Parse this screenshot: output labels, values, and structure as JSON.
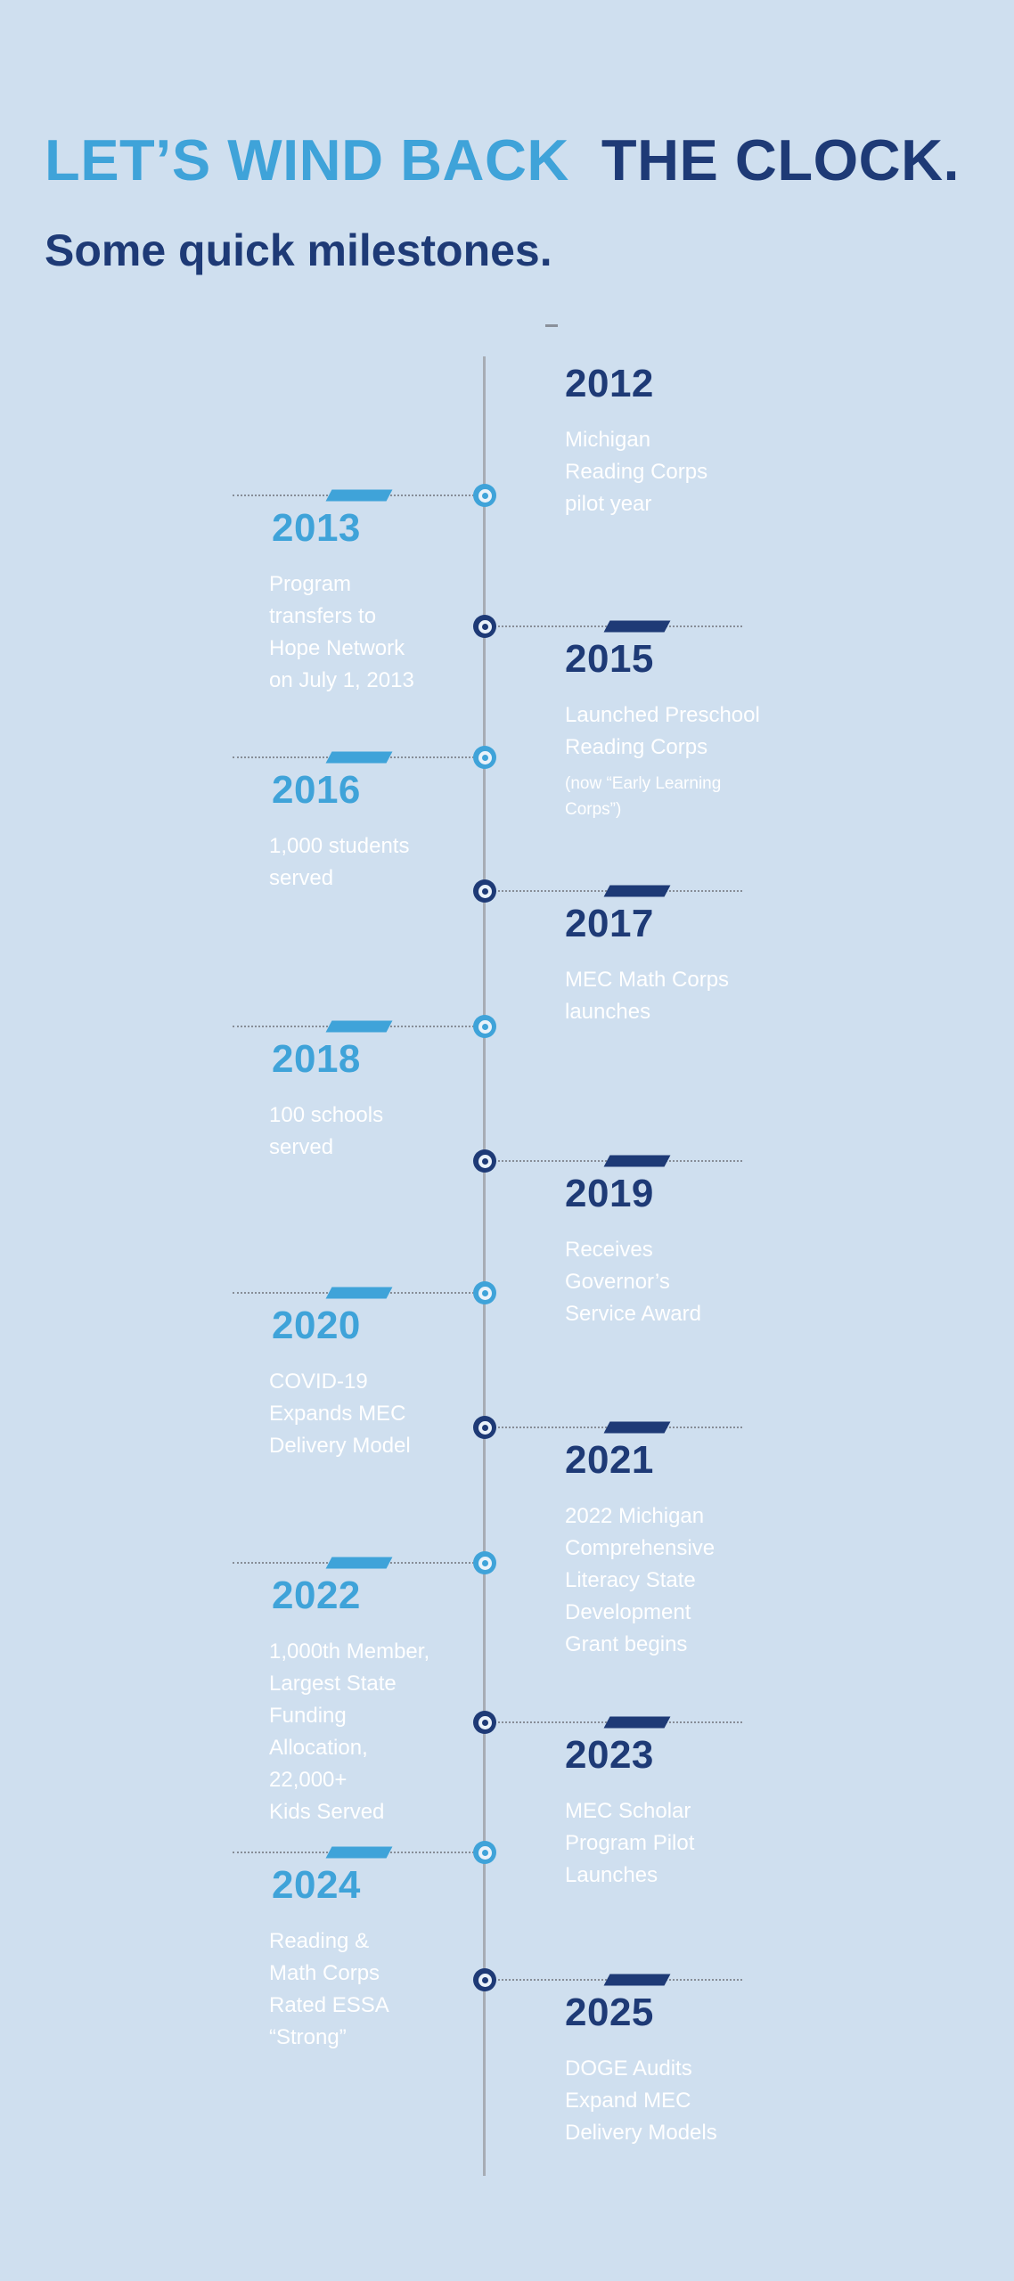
{
  "title": {
    "part1": "LET’S WIND BACK",
    "part2": "THE CLOCK."
  },
  "subtitle": "Some quick milestones.",
  "colors": {
    "background": "#cfdfef",
    "light_blue": "#3fa3d9",
    "dark_blue": "#1e3a76",
    "body_text": "#ffffff",
    "line_gray": "#a7acb4"
  },
  "timeline": {
    "milestones": [
      {
        "year": "2012",
        "side": "right",
        "marker": false,
        "lines": [
          "Michigan",
          "Reading Corps",
          "pilot year"
        ]
      },
      {
        "year": "2013",
        "side": "left",
        "marker": true,
        "lines": [
          "Program",
          "transfers to",
          "Hope Network",
          "on July 1, 2013"
        ]
      },
      {
        "year": "2015",
        "side": "right",
        "marker": true,
        "lines": [
          "Launched Preschool",
          "Reading Corps"
        ],
        "sub_lines": [
          "(now “Early Learning",
          "Corps”)"
        ]
      },
      {
        "year": "2016",
        "side": "left",
        "marker": true,
        "lines": [
          "1,000 students",
          "served"
        ]
      },
      {
        "year": "2017",
        "side": "right",
        "marker": true,
        "lines": [
          "MEC Math Corps",
          "launches"
        ]
      },
      {
        "year": "2018",
        "side": "left",
        "marker": true,
        "lines": [
          "100 schools",
          "served"
        ]
      },
      {
        "year": "2019",
        "side": "right",
        "marker": true,
        "lines": [
          "Receives",
          "Governor’s",
          "Service Award"
        ]
      },
      {
        "year": "2020",
        "side": "left",
        "marker": true,
        "lines": [
          "COVID-19",
          "Expands MEC",
          "Delivery Model"
        ]
      },
      {
        "year": "2021",
        "side": "right",
        "marker": true,
        "lines": [
          "2022 Michigan",
          "Comprehensive",
          "Literacy State",
          "Development",
          "Grant begins"
        ]
      },
      {
        "year": "2022",
        "side": "left",
        "marker": true,
        "lines": [
          "1,000th Member,",
          "Largest State",
          "Funding",
          "Allocation,",
          "22,000+",
          "Kids Served"
        ]
      },
      {
        "year": "2023",
        "side": "right",
        "marker": true,
        "lines": [
          "MEC Scholar",
          "Program Pilot",
          "Launches"
        ]
      },
      {
        "year": "2024",
        "side": "left",
        "marker": true,
        "lines": [
          "Reading &",
          "Math Corps",
          "Rated ESSA",
          "“Strong”"
        ]
      },
      {
        "year": "2025",
        "side": "right",
        "marker": true,
        "lines": [
          "DOGE Audits",
          "Expand MEC",
          "Delivery Models"
        ]
      }
    ]
  }
}
